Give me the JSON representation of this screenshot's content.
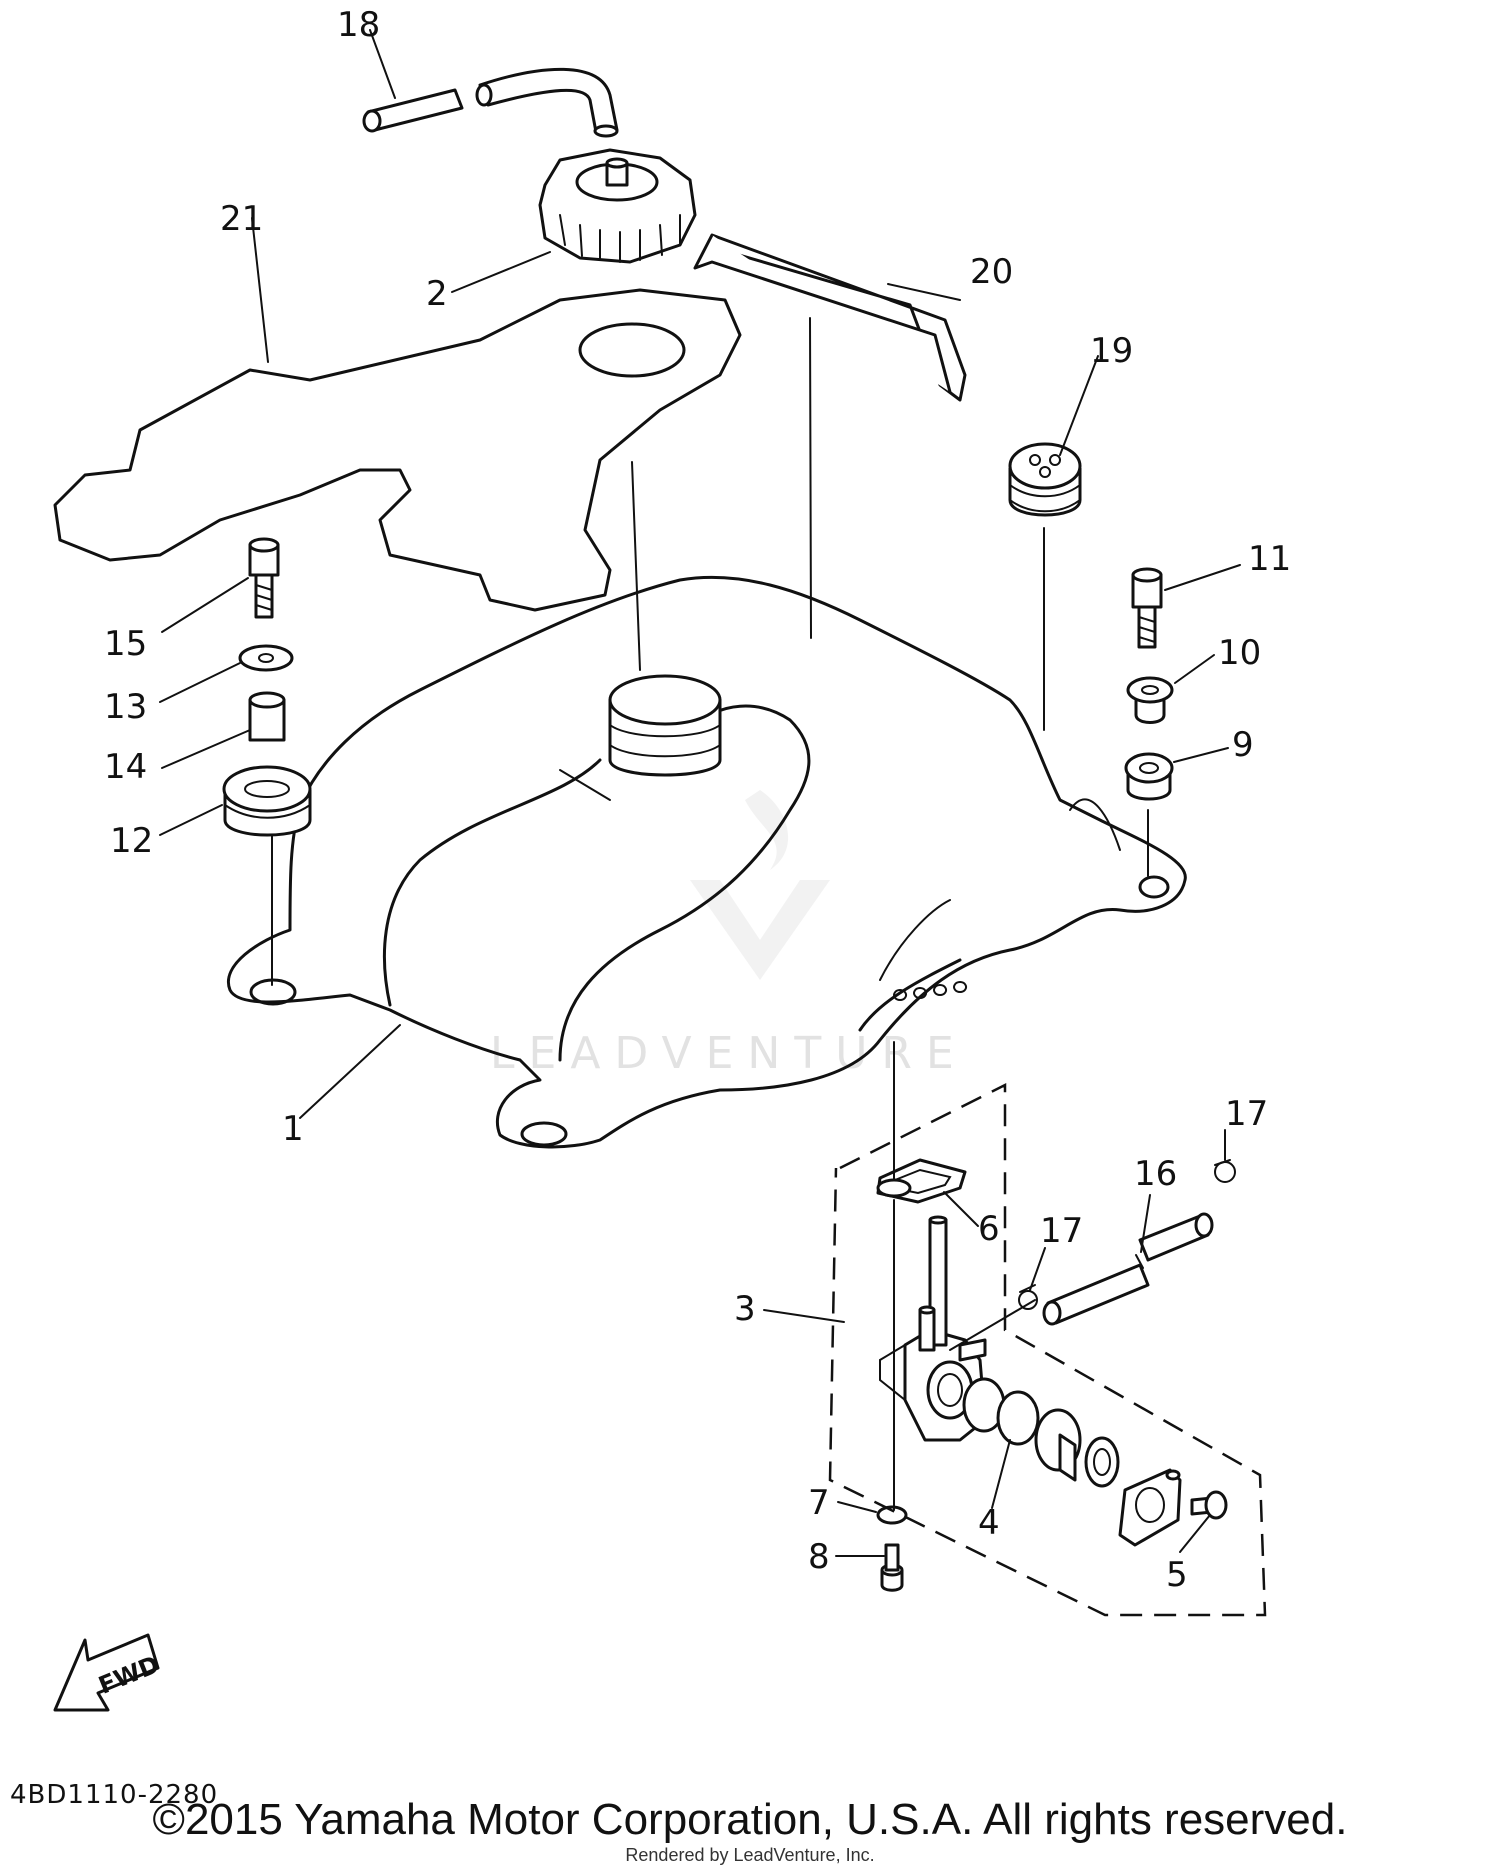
{
  "diagram": {
    "diagram_code": "4BD1110-2280",
    "copyright": "©2015 Yamaha Motor Corporation, U.S.A. All rights reserved.",
    "rendered_by": "Rendered by LeadVenture, Inc.",
    "watermark": "LEADVENTURE",
    "fwd_label": "FWD",
    "callouts": [
      {
        "id": "c1",
        "label": "1"
      },
      {
        "id": "c2",
        "label": "2"
      },
      {
        "id": "c3",
        "label": "3"
      },
      {
        "id": "c4",
        "label": "4"
      },
      {
        "id": "c5",
        "label": "5"
      },
      {
        "id": "c6",
        "label": "6"
      },
      {
        "id": "c7",
        "label": "7"
      },
      {
        "id": "c8",
        "label": "8"
      },
      {
        "id": "c9",
        "label": "9"
      },
      {
        "id": "c10",
        "label": "10"
      },
      {
        "id": "c11",
        "label": "11"
      },
      {
        "id": "c12",
        "label": "12"
      },
      {
        "id": "c13",
        "label": "13"
      },
      {
        "id": "c14",
        "label": "14"
      },
      {
        "id": "c15",
        "label": "15"
      },
      {
        "id": "c16",
        "label": "16"
      },
      {
        "id": "c17a",
        "label": "17"
      },
      {
        "id": "c17b",
        "label": "17"
      },
      {
        "id": "c18",
        "label": "18"
      },
      {
        "id": "c19",
        "label": "19"
      },
      {
        "id": "c20",
        "label": "20"
      },
      {
        "id": "c21",
        "label": "21"
      }
    ]
  }
}
